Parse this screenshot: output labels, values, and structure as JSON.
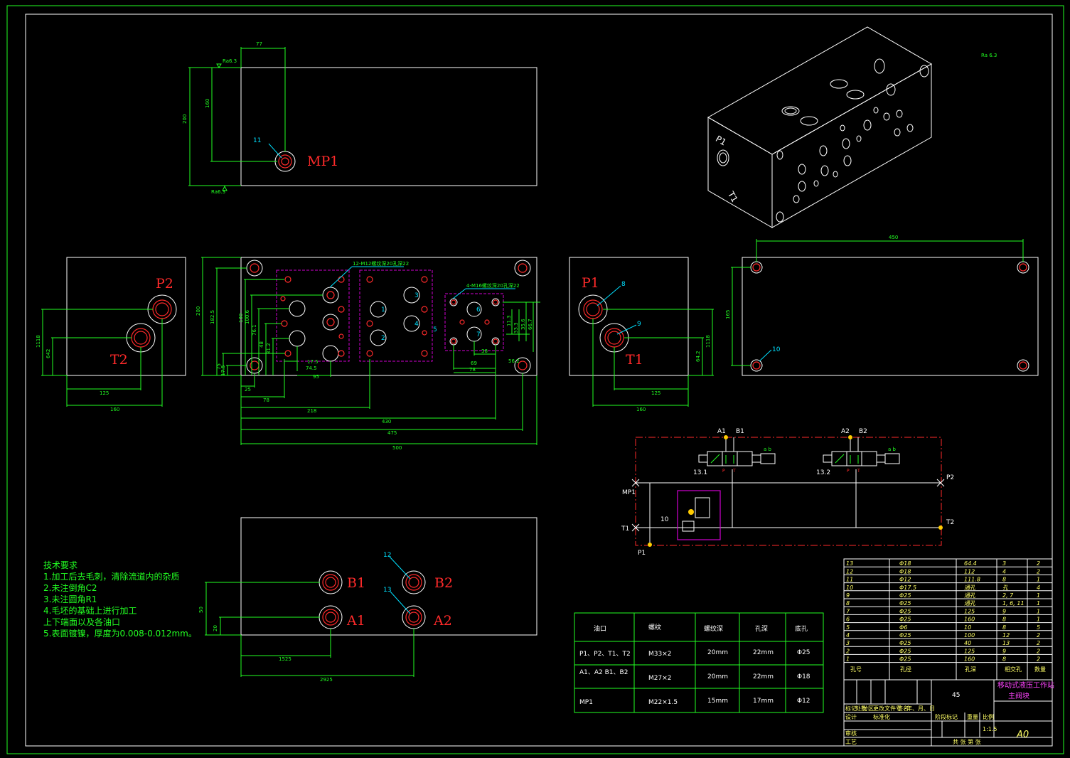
{
  "ports": {
    "MP1": "MP1",
    "P1": "P1",
    "P2": "P2",
    "T1": "T1",
    "T2": "T2",
    "A1": "A1",
    "A2": "A2",
    "B1": "B1",
    "B2": "B2"
  },
  "iso_labels": {
    "p1": "P1",
    "t1": "T1"
  },
  "roughness": {
    "top_left": "Ra6.3",
    "top_right": "Ra 6.3"
  },
  "dims": {
    "top_77": "77",
    "top_200": "200",
    "top_160": "160",
    "left_1118": "1118",
    "left_642": "642",
    "left_125": "125",
    "left_160": "160",
    "mid_200": "200",
    "mid_1825": "182.5",
    "mid_130": "130",
    "mid_1006": "100.6",
    "mid_761": "76.1",
    "mid_48": "48",
    "mid_312": "31.2",
    "mid_175": "17.5",
    "mid_75": "75",
    "mid_25": "25",
    "mid_745": "74.5",
    "mid_175b": "17.5",
    "mid_95": "95",
    "mid_78": "78",
    "mid_218": "218",
    "mid_430": "430",
    "mid_475": "475",
    "mid_500": "500",
    "mid_562": "56.2",
    "mid_69": "69",
    "mid_38": "38",
    "mid_78b": "78",
    "mid_113": "11.3",
    "mid_333": "33.3",
    "mid_356": "35.6",
    "mid_667": "66.7",
    "right_450": "450",
    "right_165": "165",
    "p1_1118": "1118",
    "p1_642": "64.2",
    "p1_125": "125",
    "p1_160": "160",
    "bot_1525": "1525",
    "bot_2925": "2925",
    "bot_50": "50",
    "bot_20": "20"
  },
  "callouts": {
    "c1": "1",
    "c2": "2",
    "c3": "3",
    "c4": "4",
    "c5": "5",
    "c6": "6",
    "c7": "7",
    "c8": "8",
    "c9": "9",
    "c10": "10",
    "c11": "11",
    "c12": "12",
    "c13": "13"
  },
  "hole_notes": {
    "n1": "12-M12螺纹深20孔深22",
    "n2": "4-M16螺纹深20孔深22"
  },
  "schematic": {
    "v1": "13.1",
    "v2": "13.2",
    "relief": "10",
    "ab": "a b",
    "p": "P",
    "t": "T"
  },
  "tech_req": [
    "技术要求",
    "1.加工后去毛刺，清除流道内的杂质",
    "2.未注倒角C2",
    "3.未注圆角R1",
    "4.毛坯的基础上进行加工",
    "上下端面以及各油口",
    "5.表面镀镍，厚度为0.008-0.012mm。"
  ],
  "port_table": {
    "headers": [
      "油口",
      "螺纹",
      "螺纹深",
      "孔深",
      "底孔"
    ],
    "rows": [
      [
        "P1、P2、T1、T2",
        "M33×2",
        "20mm",
        "22mm",
        "Φ25"
      ],
      [
        "A1、A2\nB1、B2",
        "M27×2",
        "20mm",
        "22mm",
        "Φ18"
      ],
      [
        "MP1",
        "M22×1.5",
        "15mm",
        "17mm",
        "Φ12"
      ]
    ]
  },
  "hole_table": {
    "rows": [
      [
        "13",
        "Φ18",
        "64.4",
        "3",
        "2"
      ],
      [
        "12",
        "Φ18",
        "112",
        "4",
        "2"
      ],
      [
        "11",
        "Φ12",
        "111.8",
        "8",
        "1"
      ],
      [
        "10",
        "Φ17.5",
        "通孔",
        "孔",
        "4"
      ],
      [
        "9",
        "Φ25",
        "通孔",
        "2, 7",
        "1"
      ],
      [
        "8",
        "Φ25",
        "通孔",
        "1, 6, 11",
        "1"
      ],
      [
        "7",
        "Φ25",
        "125",
        "9",
        "1"
      ],
      [
        "6",
        "Φ25",
        "160",
        "8",
        "1"
      ],
      [
        "5",
        "Φ6",
        "10",
        "8",
        "5"
      ],
      [
        "4",
        "Φ25",
        "100",
        "12",
        "2"
      ],
      [
        "3",
        "Φ25",
        "40",
        "13",
        "2"
      ],
      [
        "2",
        "Φ25",
        "125",
        "9",
        "2"
      ],
      [
        "1",
        "Φ25",
        "160",
        "8",
        "2"
      ]
    ],
    "footer": [
      "孔号",
      "孔径",
      "孔深",
      "相交孔",
      "数量"
    ]
  },
  "title_block": {
    "material": "45",
    "title1": "移动式液压工作站",
    "title2": "主阀块",
    "sheet": "A0",
    "scale": "1:1.5",
    "mark": "标记",
    "count": "处数",
    "zone": "分区",
    "change": "更改文件号",
    "sign": "签名",
    "date": "年、月、日",
    "design": "设计",
    "std": "标准化",
    "stage": "阶段标记",
    "weight": "重量",
    "ratio": "比例",
    "review": "审核",
    "process": "工艺",
    "sheets": "共   张   第   张"
  },
  "colors": {
    "frame": "#22ff22",
    "outline": "#ffffff",
    "hole": "#ff2a2a",
    "hidden": "#d000d0",
    "leader": "#00e0ff"
  }
}
